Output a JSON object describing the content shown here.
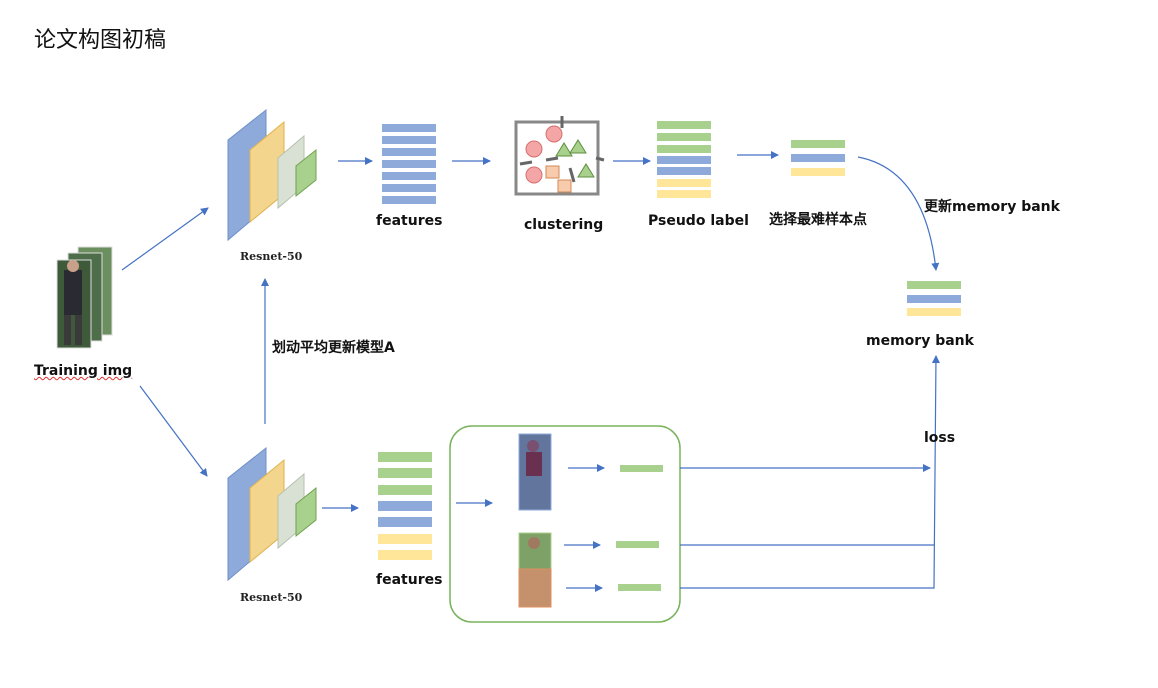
{
  "title": "论文构图初稿",
  "labels": {
    "training_img": "Training img",
    "resnet_top": "Resnet-50",
    "resnet_bottom": "Resnet-50",
    "features_top": "features",
    "features_bottom": "features",
    "clustering": "clustering",
    "pseudo_label": "Pseudo label",
    "select_hard": "选择最难样本点",
    "update_memory": "更新memory bank",
    "memory_bank": "memory bank",
    "ema_update": "划动平均更新模型A",
    "loss": "loss"
  },
  "colors": {
    "blue": "#8eaadb",
    "green": "#a9d18e",
    "yellow": "#ffe699",
    "orange": "#f4b183",
    "arrow": "#4472c4",
    "region": "#76b35a"
  },
  "icons": {
    "cnn": "resnet-block-icon",
    "clustering": "clustering-scatter-icon",
    "person": "person-image-icon"
  }
}
